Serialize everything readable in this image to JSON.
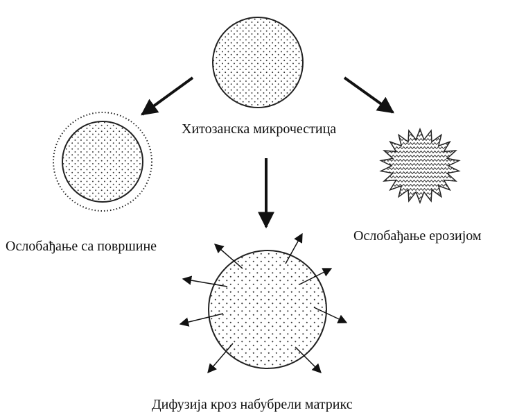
{
  "diagram": {
    "labels": {
      "chitosan_microparticle": "Хитозанска микрочестица",
      "surface_release": "Ослобађање са површине",
      "erosion_release": "Ослобађање ерозијом",
      "swollen_matrix_diffusion": "Дифузија кроз набубрели матрикс"
    }
  }
}
